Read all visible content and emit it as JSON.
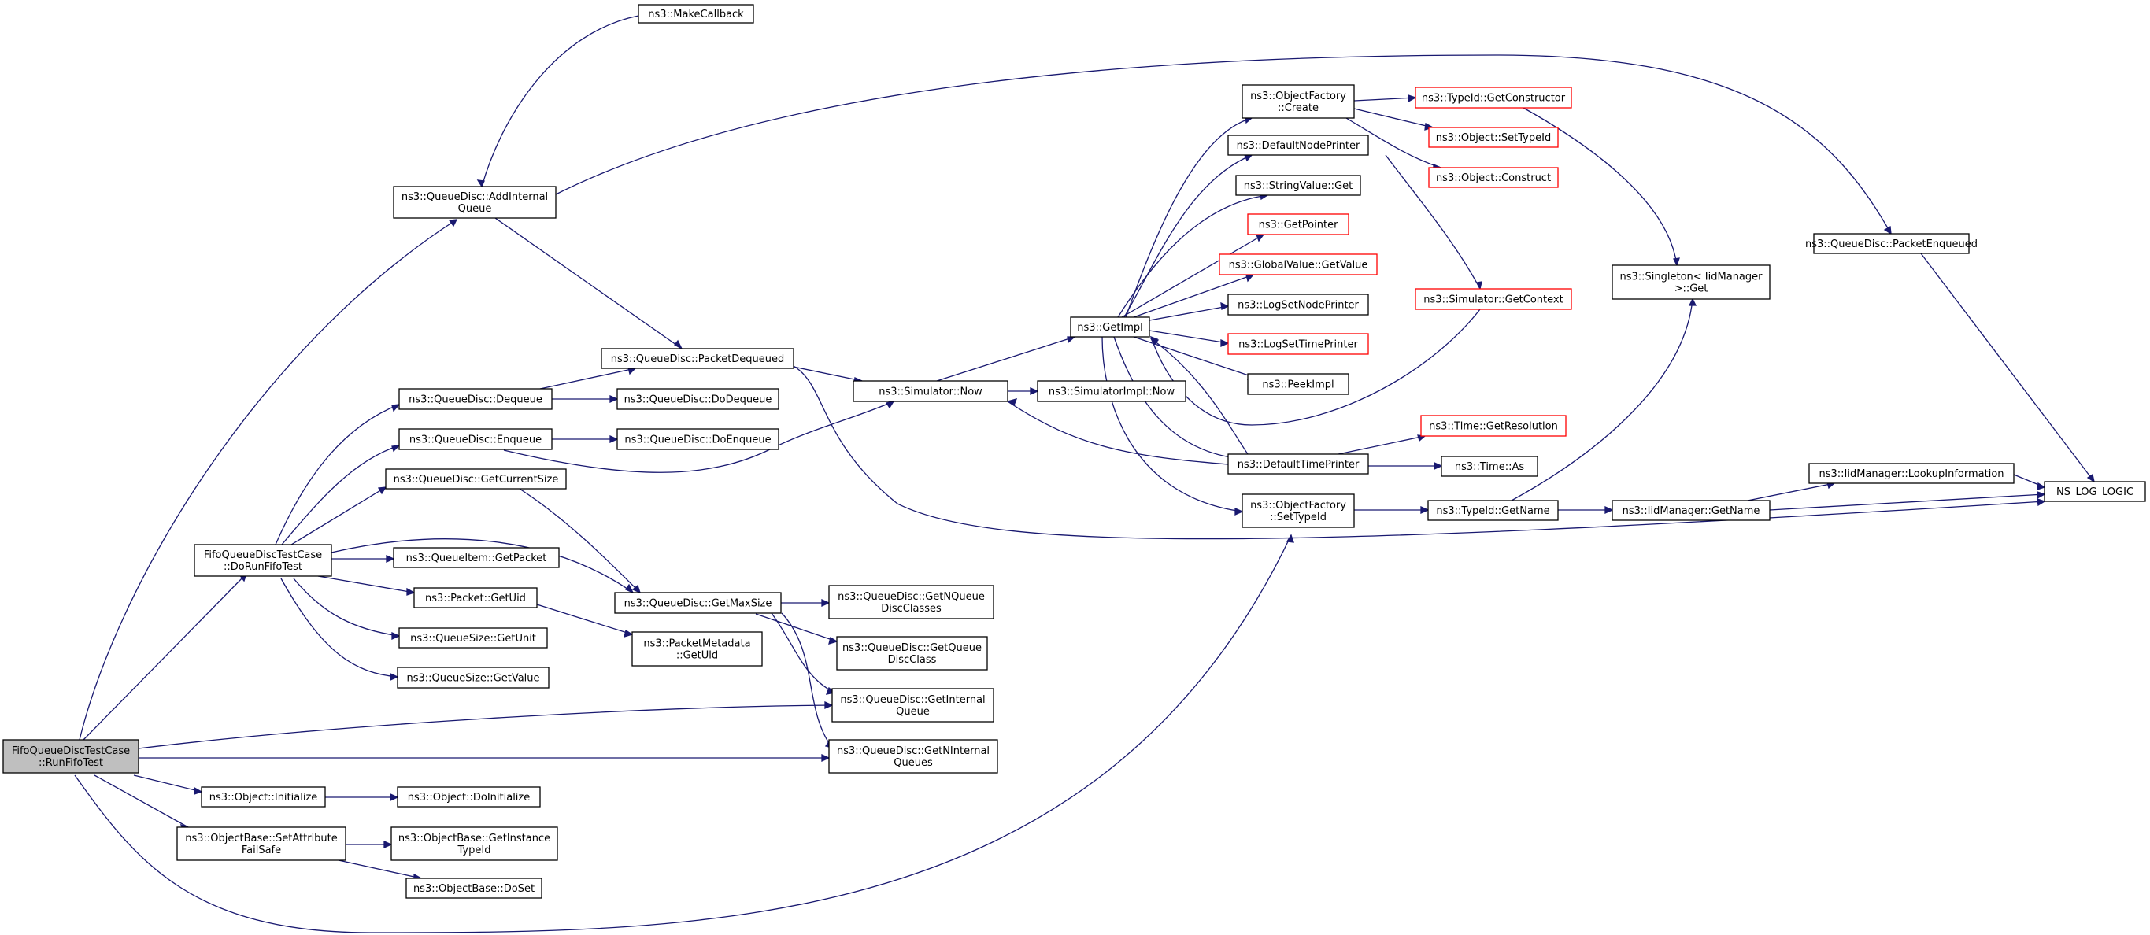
{
  "nodes": [
    {
      "id": "root",
      "lines": [
        "FifoQueueDiscTestCase",
        "::RunFifoTest"
      ],
      "style": "root"
    },
    {
      "id": "dorun",
      "lines": [
        "FifoQueueDiscTestCase",
        "::DoRunFifoTest"
      ]
    },
    {
      "id": "makecb",
      "lines": [
        "ns3::MakeCallback"
      ]
    },
    {
      "id": "addint",
      "lines": [
        "ns3::QueueDisc::AddInternal",
        "Queue"
      ]
    },
    {
      "id": "pktdeq",
      "lines": [
        "ns3::QueueDisc::PacketDequeued"
      ]
    },
    {
      "id": "deq",
      "lines": [
        "ns3::QueueDisc::Dequeue"
      ]
    },
    {
      "id": "enq",
      "lines": [
        "ns3::QueueDisc::Enqueue"
      ]
    },
    {
      "id": "curr",
      "lines": [
        "ns3::QueueDisc::GetCurrentSize"
      ]
    },
    {
      "id": "getpkt",
      "lines": [
        "ns3::QueueItem::GetPacket"
      ]
    },
    {
      "id": "getuid",
      "lines": [
        "ns3::Packet::GetUid"
      ]
    },
    {
      "id": "qsunit",
      "lines": [
        "ns3::QueueSize::GetUnit"
      ]
    },
    {
      "id": "qsval",
      "lines": [
        "ns3::QueueSize::GetValue"
      ]
    },
    {
      "id": "dodeq",
      "lines": [
        "ns3::QueueDisc::DoDequeue"
      ]
    },
    {
      "id": "doenq",
      "lines": [
        "ns3::QueueDisc::DoEnqueue"
      ]
    },
    {
      "id": "maxsz",
      "lines": [
        "ns3::QueueDisc::GetMaxSize"
      ]
    },
    {
      "id": "pmuid",
      "lines": [
        "ns3::PacketMetadata",
        "::GetUid"
      ]
    },
    {
      "id": "nqdc",
      "lines": [
        "ns3::QueueDisc::GetNQueue",
        "DiscClasses"
      ]
    },
    {
      "id": "qdc",
      "lines": [
        "ns3::QueueDisc::GetQueue",
        "DiscClass"
      ]
    },
    {
      "id": "intq",
      "lines": [
        "ns3::QueueDisc::GetInternal",
        "Queue"
      ]
    },
    {
      "id": "nintq",
      "lines": [
        "ns3::QueueDisc::GetNInternal",
        "Queues"
      ]
    },
    {
      "id": "objinit",
      "lines": [
        "ns3::Object::Initialize"
      ]
    },
    {
      "id": "objdoinit",
      "lines": [
        "ns3::Object::DoInitialize"
      ]
    },
    {
      "id": "setattr",
      "lines": [
        "ns3::ObjectBase::SetAttribute",
        "FailSafe"
      ]
    },
    {
      "id": "getinst",
      "lines": [
        "ns3::ObjectBase::GetInstance",
        "TypeId"
      ]
    },
    {
      "id": "doset",
      "lines": [
        "ns3::ObjectBase::DoSet"
      ]
    },
    {
      "id": "simnow",
      "lines": [
        "ns3::Simulator::Now"
      ]
    },
    {
      "id": "simimplnow",
      "lines": [
        "ns3::SimulatorImpl::Now"
      ]
    },
    {
      "id": "getimpl",
      "lines": [
        "ns3::GetImpl"
      ]
    },
    {
      "id": "ofcreate",
      "lines": [
        "ns3::ObjectFactory",
        "::Create"
      ]
    },
    {
      "id": "defnodeprn",
      "lines": [
        "ns3::DefaultNodePrinter"
      ]
    },
    {
      "id": "strvalget",
      "lines": [
        "ns3::StringValue::Get"
      ]
    },
    {
      "id": "getptr",
      "lines": [
        "ns3::GetPointer"
      ],
      "style": "trunc"
    },
    {
      "id": "gvget",
      "lines": [
        "ns3::GlobalValue::GetValue"
      ],
      "style": "trunc"
    },
    {
      "id": "logsetnode",
      "lines": [
        "ns3::LogSetNodePrinter"
      ]
    },
    {
      "id": "logsettime",
      "lines": [
        "ns3::LogSetTimePrinter"
      ],
      "style": "trunc"
    },
    {
      "id": "peekimpl",
      "lines": [
        "ns3::PeekImpl"
      ]
    },
    {
      "id": "deftimeprn",
      "lines": [
        "ns3::DefaultTimePrinter"
      ]
    },
    {
      "id": "ofsettid",
      "lines": [
        "ns3::ObjectFactory",
        "::SetTypeId"
      ]
    },
    {
      "id": "tidctor",
      "lines": [
        "ns3::TypeId::GetConstructor"
      ],
      "style": "trunc"
    },
    {
      "id": "objsettid",
      "lines": [
        "ns3::Object::SetTypeId"
      ],
      "style": "trunc"
    },
    {
      "id": "objconstruct",
      "lines": [
        "ns3::Object::Construct"
      ],
      "style": "trunc"
    },
    {
      "id": "simctx",
      "lines": [
        "ns3::Simulator::GetContext"
      ],
      "style": "trunc"
    },
    {
      "id": "timeres",
      "lines": [
        "ns3::Time::GetResolution"
      ],
      "style": "trunc"
    },
    {
      "id": "timeas",
      "lines": [
        "ns3::Time::As"
      ]
    },
    {
      "id": "tidname",
      "lines": [
        "ns3::TypeId::GetName"
      ]
    },
    {
      "id": "singleton",
      "lines": [
        "ns3::Singleton< IidManager",
        ">::Get"
      ]
    },
    {
      "id": "iidname",
      "lines": [
        "ns3::IidManager::GetName"
      ]
    },
    {
      "id": "iidlookup",
      "lines": [
        "ns3::IidManager::LookupInformation"
      ]
    },
    {
      "id": "pktenq",
      "lines": [
        "ns3::QueueDisc::PacketEnqueued"
      ]
    },
    {
      "id": "nslog",
      "lines": [
        "NS_LOG_LOGIC"
      ]
    }
  ]
}
